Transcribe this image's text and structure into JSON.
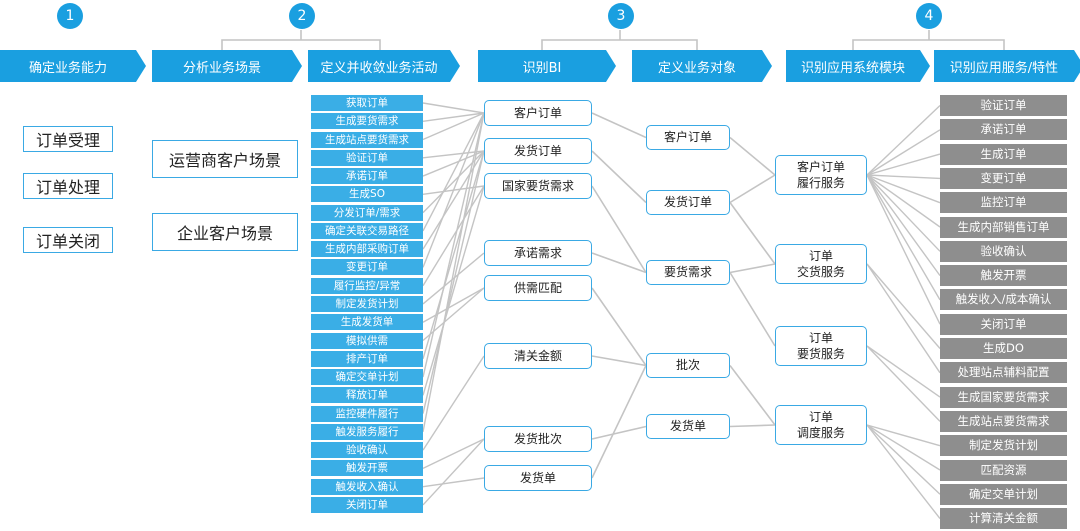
{
  "steps": [
    "1",
    "2",
    "3",
    "4"
  ],
  "headers": [
    "确定业务能力",
    "分析业务场景",
    "定义并收敛业务活动",
    "识别BI",
    "定义业务对象",
    "识别应用系统模块",
    "识别应用服务/特性"
  ],
  "capabilities": [
    "订单受理",
    "订单处理",
    "订单关闭"
  ],
  "scenarios": [
    "运营商客户场景",
    "企业客户场景"
  ],
  "activities": [
    "获取订单",
    "生成要货需求",
    "生成站点要货需求",
    "验证订单",
    "承诺订单",
    "生成SO",
    "分发订单/需求",
    "确定关联交易路径",
    "生成内部采购订单",
    "变更订单",
    "履行监控/异常",
    "制定发货计划",
    "生成发货单",
    "模拟供需",
    "排产订单",
    "确定交单计划",
    "释放订单",
    "监控硬件履行",
    "触发服务履行",
    "验收确认",
    "触发开票",
    "触发收入确认",
    "关闭订单"
  ],
  "bi": [
    "客户订单",
    "发货订单",
    "国家要货需求",
    "承诺需求",
    "供需匹配",
    "清关金额",
    "发货批次",
    "发货单"
  ],
  "objects": [
    "客户订单",
    "发货订单",
    "要货需求",
    "批次",
    "发货单"
  ],
  "modules": [
    {
      "line1": "客户订单",
      "line2": "履行服务"
    },
    {
      "line1": "订单",
      "line2": "交货服务"
    },
    {
      "line1": "订单",
      "line2": "要货服务"
    },
    {
      "line1": "订单",
      "line2": "调度服务"
    }
  ],
  "services": [
    "验证订单",
    "承诺订单",
    "生成订单",
    "变更订单",
    "监控订单",
    "生成内部销售订单",
    "验收确认",
    "触发开票",
    "触发收入/成本确认",
    "关闭订单",
    "生成DO",
    "处理站点辅料配置",
    "生成国家要货需求",
    "生成站点要货需求",
    "制定发货计划",
    "匹配资源",
    "确定交单计划",
    "计算清关金额"
  ],
  "colors": {
    "accent": "#1a9fe0",
    "activity": "#3aaee6",
    "service": "#8e8e8e",
    "connector": "#c4c4c4"
  }
}
